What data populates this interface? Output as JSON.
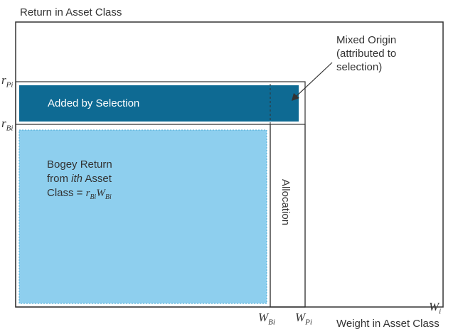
{
  "y_axis_title": "Return in Asset Class",
  "x_axis_title": "Weight in Asset Class",
  "x_axis_symbol": {
    "main": "W",
    "sub": "i"
  },
  "y_ticks": [
    {
      "main": "r",
      "sub": "Pi"
    },
    {
      "main": "r",
      "sub": "Bi"
    }
  ],
  "x_ticks": [
    {
      "main": "W",
      "sub": "Bi"
    },
    {
      "main": "W",
      "sub": "Pi"
    }
  ],
  "regions": {
    "selection": "Added by Selection",
    "bogey_lines": [
      "Bogey Return",
      "from ",
      "ith",
      " Asset",
      "Class = "
    ],
    "bogey_formula": {
      "r": "r",
      "r_sub": "Bi",
      "w": "W",
      "w_sub": "Bi"
    },
    "allocation": "Allocation"
  },
  "annotation": {
    "line1": "Mixed Origin",
    "line2": "(attributed to",
    "line3": "selection)"
  },
  "colors": {
    "selection_fill": "#0e6a93",
    "bogey_fill": "#8ecfee",
    "frame": "#333333"
  }
}
